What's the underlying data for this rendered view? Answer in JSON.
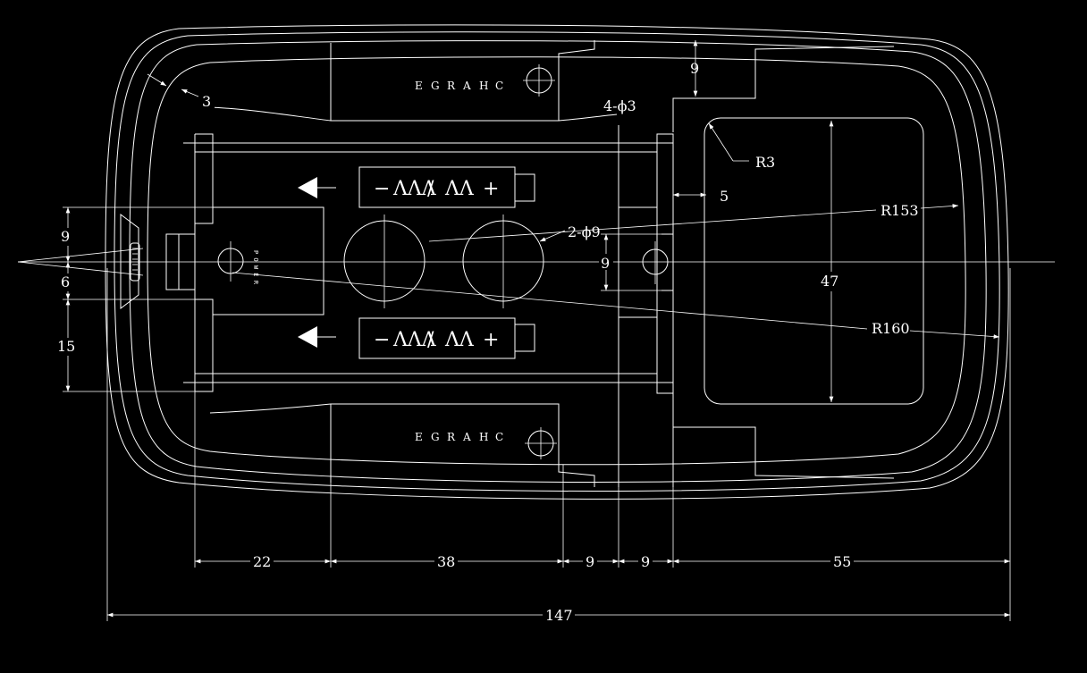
{
  "drawing": {
    "background_color": "#000000",
    "line_color": "#ffffff",
    "labels": {
      "charge_top": [
        "C",
        "H",
        "A",
        "R",
        "G",
        "E"
      ],
      "charge_bottom": [
        "C",
        "H",
        "A",
        "R",
        "G",
        "E"
      ],
      "power_small": "P O W E R"
    },
    "battery_top": {
      "minus": "−",
      "coil": "ΛΛΛ",
      "slash": "/",
      "spring": "ΛΛ",
      "plus": "+"
    },
    "battery_bottom": {
      "minus": "−",
      "coil": "ΛΛΛ",
      "slash": "/",
      "spring": "ΛΛ",
      "plus": "+"
    },
    "dimensions": {
      "wall": "3",
      "top_gap": "9",
      "holes": "4-ϕ3",
      "corner_r": "R3",
      "gap5": "5",
      "r153": "R153",
      "r160": "R160",
      "two_holes": "2-ϕ9",
      "vert_9": "9",
      "height_47": "47",
      "left_9": "9",
      "left_6": "6",
      "left_15": "15",
      "bottom_22": "22",
      "bottom_38": "38",
      "bottom_9a": "9",
      "bottom_9b": "9",
      "bottom_55": "55",
      "total_147": "147"
    }
  }
}
